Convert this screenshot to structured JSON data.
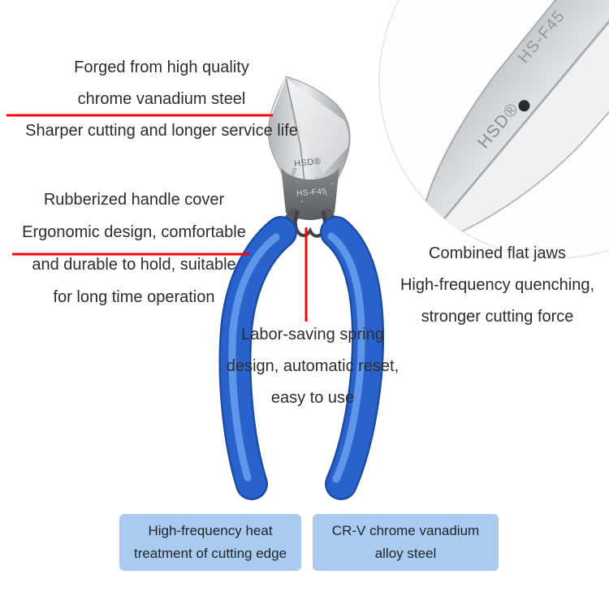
{
  "product": {
    "brand": "HSD®",
    "model": "HS-F45",
    "origin_marking": "TAIWAN"
  },
  "annotations": {
    "blade": {
      "lines": [
        "Forged from high quality",
        "chrome vanadium steel",
        "Sharper cutting and longer service life"
      ]
    },
    "handle": {
      "lines": [
        "Rubberized handle cover",
        "Ergonomic design, comfortable",
        "and durable to hold, suitable",
        "for long time operation"
      ]
    },
    "jaws": {
      "lines": [
        "Combined flat jaws",
        "High-frequency quenching,",
        "stronger cutting force"
      ]
    },
    "spring": {
      "lines": [
        "Labor-saving spring",
        "design, automatic reset,",
        "easy to use"
      ]
    }
  },
  "badges": {
    "left": {
      "lines": [
        "High-frequency heat",
        "treatment of cutting edge"
      ]
    },
    "right": {
      "lines": [
        "CR-V chrome vanadium",
        "alloy steel"
      ]
    }
  },
  "colors": {
    "callout_line": "#ff0000",
    "handle_blue": "#2a62cc",
    "handle_highlight": "#6aa0ee",
    "badge_bg": "#a9cbf0",
    "text": "#2d2d2d",
    "metal_light": "#eceeef",
    "metal_dark": "#9fa2a5"
  }
}
